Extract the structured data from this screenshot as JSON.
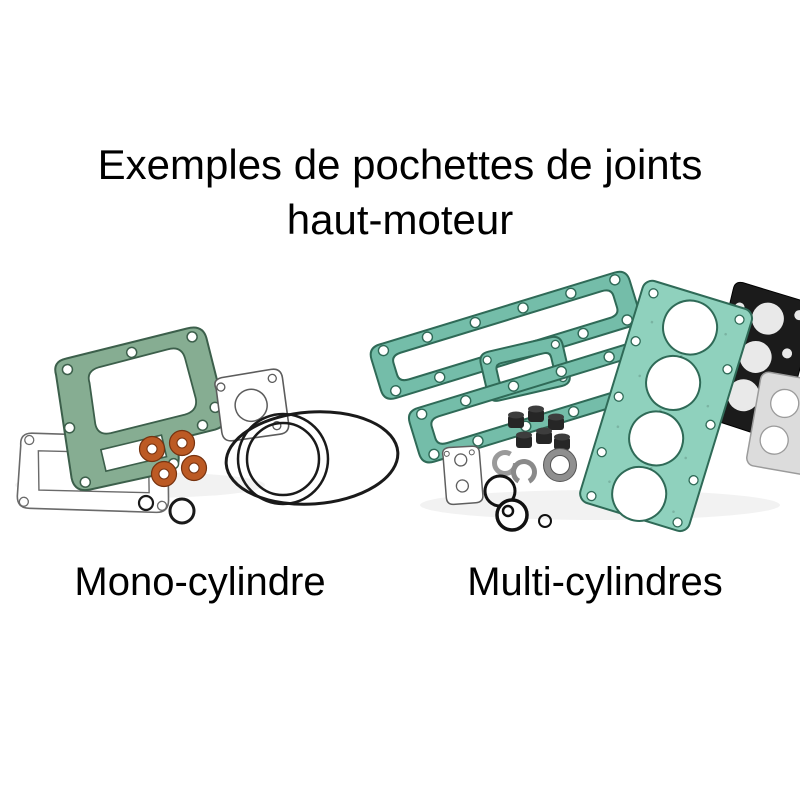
{
  "title": {
    "line1": "Exemples de pochettes de joints",
    "line2": "haut-moteur"
  },
  "captions": {
    "mono": "Mono-cylindre",
    "multi": "Multi-cylindres"
  },
  "colors": {
    "background": "#ffffff",
    "text": "#000000",
    "gasket_green": "#86ad92",
    "gasket_teal": "#74bda9",
    "gasket_teal_light": "#8fd1bd",
    "copper_washer": "#bc5a24",
    "rubber_black": "#1a1a1a"
  },
  "illustration": {
    "mono_parts": [
      "top-end gasket",
      "paper gasket",
      "small gasket",
      "copper washers",
      "large o-ring",
      "double-ring seal",
      "small o-rings"
    ],
    "multi_parts": [
      "valve cover gaskets",
      "four-cylinder head gasket",
      "black head gasket",
      "grey gasket",
      "valve stem seals",
      "washers",
      "circlips",
      "o-rings",
      "small paper gasket",
      "oil seal"
    ]
  }
}
